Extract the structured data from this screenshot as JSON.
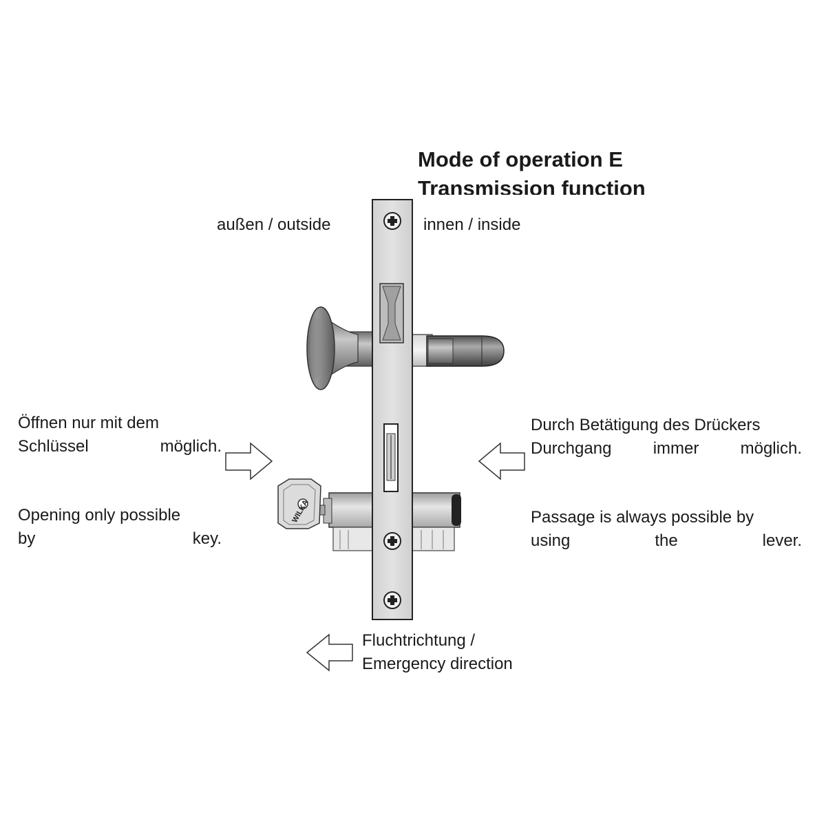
{
  "title": {
    "line1": "Mode of operation E",
    "line2": "Transmission function"
  },
  "sides": {
    "outside": "außen / outside",
    "inside": "innen / inside"
  },
  "left_note": {
    "de_line1": "Öffnen nur mit dem",
    "de_line2": "Schlüssel möglich.",
    "en_line1": "Opening only possible",
    "en_line2": "by key."
  },
  "right_note": {
    "de_line1": "Durch Betätigung des Drückers",
    "de_line2": "Durchgang immer möglich.",
    "en_line1": "Passage is always possible by",
    "en_line2": "using the lever."
  },
  "escape": {
    "line1": "Fluchtrichtung /",
    "line2": "Emergency direction"
  },
  "key_brand": "WILKA"
}
